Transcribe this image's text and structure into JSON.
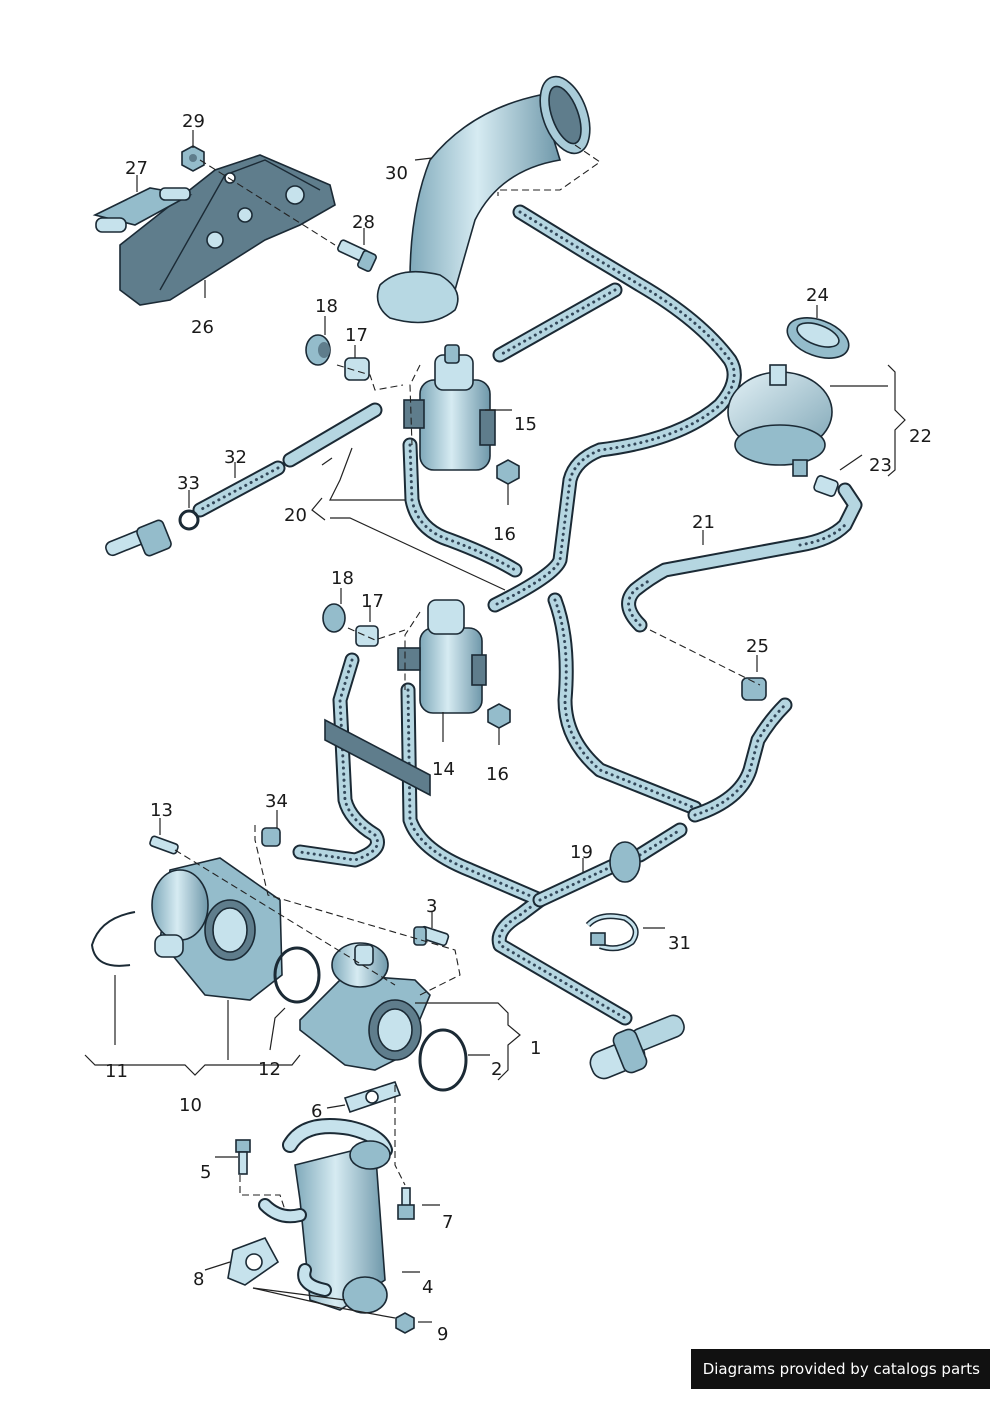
{
  "callouts": [
    "1",
    "2",
    "3",
    "4",
    "5",
    "6",
    "7",
    "8",
    "9",
    "10",
    "11",
    "12",
    "13",
    "14",
    "15",
    "16",
    "16",
    "17",
    "17",
    "18",
    "18",
    "19",
    "20",
    "21",
    "22",
    "23",
    "24",
    "25",
    "26",
    "27",
    "28",
    "29",
    "30",
    "31",
    "32",
    "33",
    "34"
  ],
  "colors": {
    "part_light": "#c6e2ec",
    "part_mid": "#94bccb",
    "part_dark": "#5f7d8c",
    "outline": "#1b2a35"
  },
  "credit": "Diagrams provided by catalogs parts"
}
